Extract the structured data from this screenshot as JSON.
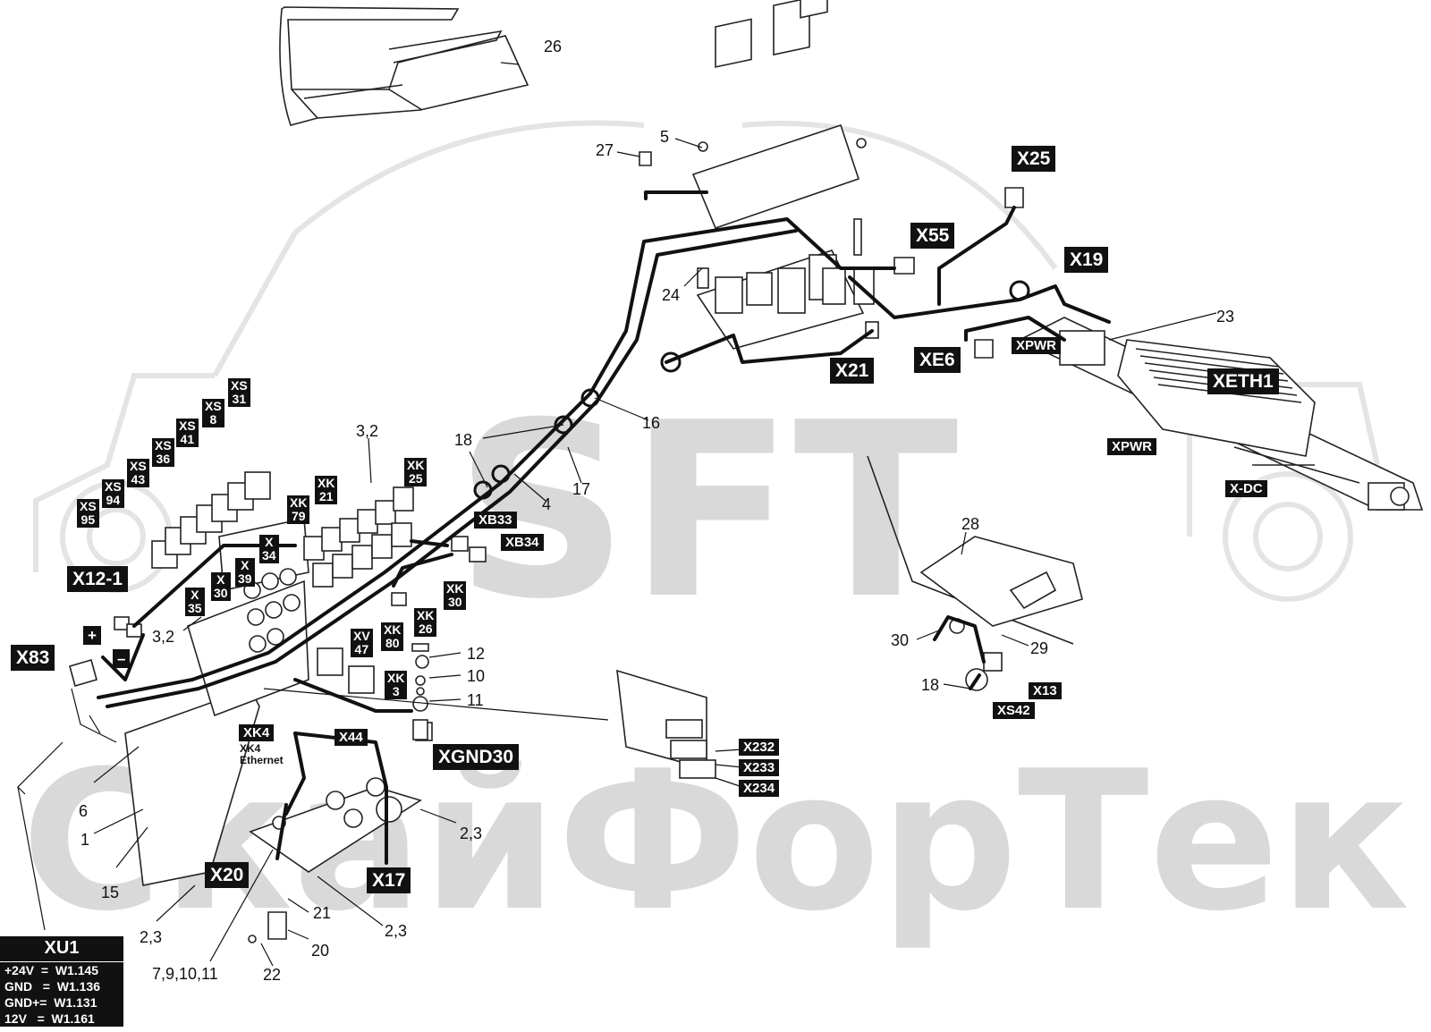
{
  "watermark": {
    "logo_letters": "SFT",
    "company": "СкайФорТек"
  },
  "callouts": [
    "26",
    "27",
    "5",
    "24",
    "23",
    "16",
    "17",
    "18",
    "4",
    "3,2",
    "3,2",
    "28",
    "30",
    "29",
    "18",
    "12",
    "10",
    "11",
    "6",
    "1",
    "15",
    "2,3",
    "2,3",
    "21",
    "20",
    "22",
    "7,9,10,11",
    "2,3"
  ],
  "connectors": {
    "x25": "X25",
    "x55": "X55",
    "x19": "X19",
    "x21": "X21",
    "xe6": "XE6",
    "xpwr_top": "XPWR",
    "xeth1": "XETH1",
    "xpwr_bottom": "XPWR",
    "x_dc": "X-DC",
    "xs31": "XS\n31",
    "xs8": "XS\n8",
    "xs41": "XS\n41",
    "xs36": "XS\n36",
    "xs43": "XS\n43",
    "xs94": "XS\n94",
    "xs95": "XS\n95",
    "x12_1": "X12-1",
    "plus": "+",
    "minus": "–",
    "x83": "X83",
    "xk25": "XK\n25",
    "xk21": "XK\n21",
    "xk79": "XK\n79",
    "x34": "X\n34",
    "x39": "X\n39",
    "x30": "X\n30",
    "x35": "X\n35",
    "xb33": "XB33",
    "xb34": "XB34",
    "xk30": "XK\n30",
    "xk26": "XK\n26",
    "xv47": "XV\n47",
    "xk80": "XK\n80",
    "xk3": "XK\n3",
    "xk4": "XK4",
    "x44": "X44",
    "xgnd30": "XGND30",
    "x232": "X232",
    "x233": "X233",
    "x234": "X234",
    "x13": "X13",
    "xs42": "XS42",
    "x20": "X20",
    "x17": "X17"
  },
  "xk4_note": "XK4\nEthernet",
  "xu1_table": {
    "title": "XU1",
    "rows": [
      "+24V  =  W1.145",
      "GND   =  W1.136",
      "GND+=  W1.131",
      "12V   =  W1.161"
    ]
  }
}
